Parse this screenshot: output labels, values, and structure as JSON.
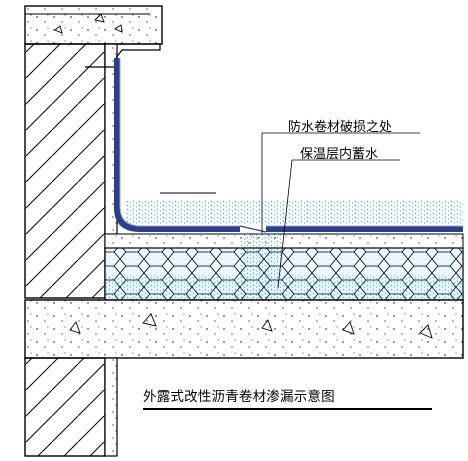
{
  "annotations": {
    "damage_label": "防水卷材破损之处",
    "water_label": "保温层内蓄水"
  },
  "caption": "外露式改性沥青卷材渗漏示意图",
  "colors": {
    "membrane": "#2d3f86",
    "water": "#3fb0d8",
    "insulation_fill": "#eaf6fb",
    "line": "#000000"
  }
}
